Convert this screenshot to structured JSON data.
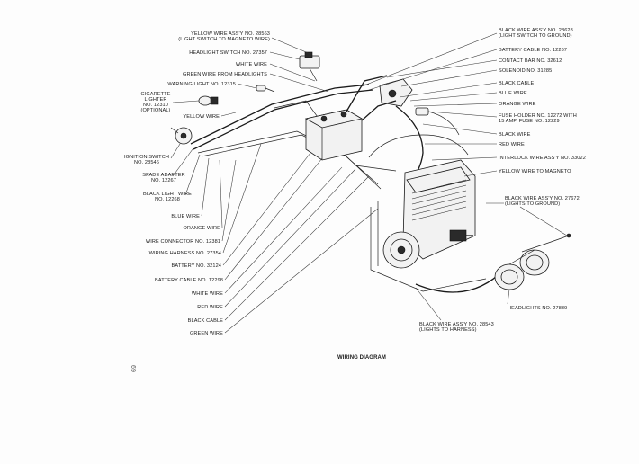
{
  "caption": "WIRING DIAGRAM",
  "page_number": "69",
  "left_labels": [
    {
      "id": "yellow-wire-assy",
      "lines": [
        "YELLOW WIRE ASS'Y NO. 28563",
        "(LIGHT SWITCH TO MAGNETO WIRE)"
      ]
    },
    {
      "id": "headlight-switch",
      "lines": [
        "HEADLIGHT SWITCH NO. 27357"
      ]
    },
    {
      "id": "white-wire-top",
      "lines": [
        "WHITE WIRE"
      ]
    },
    {
      "id": "green-wire-headlights",
      "lines": [
        "GREEN WIRE FROM HEADLIGHTS"
      ]
    },
    {
      "id": "warning-light",
      "lines": [
        "WARNING LIGHT NO. 12315"
      ]
    },
    {
      "id": "cigarette-lighter",
      "lines": [
        "CIGARETTE",
        "LIGHTER",
        "NO. 12310",
        "(OPTIONAL)"
      ]
    },
    {
      "id": "yellow-wire-left",
      "lines": [
        "YELLOW WIRE"
      ]
    },
    {
      "id": "ignition-switch",
      "lines": [
        "IGNITION SWITCH",
        "NO. 28546"
      ]
    },
    {
      "id": "spade-adapter",
      "lines": [
        "SPADE ADAPTER",
        "NO. 12267"
      ]
    },
    {
      "id": "black-light-wire",
      "lines": [
        "BLACK LIGHT WIRE",
        "NO. 12268"
      ]
    },
    {
      "id": "blue-wire-left",
      "lines": [
        "BLUE WIRE"
      ]
    },
    {
      "id": "orange-wire-left",
      "lines": [
        "ORANGE WIRE"
      ]
    },
    {
      "id": "wire-connector",
      "lines": [
        "WIRE CONNECTOR NO. 12381"
      ]
    },
    {
      "id": "wiring-harness",
      "lines": [
        "WIRING HARNESS NO. 27354"
      ]
    },
    {
      "id": "battery",
      "lines": [
        "BATTERY NO. 32124"
      ]
    },
    {
      "id": "battery-cable-left",
      "lines": [
        "BATTERY CABLE NO. 12298"
      ]
    },
    {
      "id": "white-wire-bottom",
      "lines": [
        "WHITE WIRE"
      ]
    },
    {
      "id": "red-wire-left",
      "lines": [
        "RED WIRE"
      ]
    },
    {
      "id": "black-cable-left",
      "lines": [
        "BLACK CABLE"
      ]
    },
    {
      "id": "green-wire-left",
      "lines": [
        "GREEN WIRE"
      ]
    }
  ],
  "right_labels": [
    {
      "id": "black-wire-assy-top",
      "lines": [
        "BLACK WIRE ASS'Y NO. 28628",
        "(LIGHT SWITCH TO GROUND)"
      ]
    },
    {
      "id": "battery-cable-right",
      "lines": [
        "BATTERY CABLE NO. 12267"
      ]
    },
    {
      "id": "contact-bar",
      "lines": [
        "CONTACT BAR NO. 32612"
      ]
    },
    {
      "id": "solenoid",
      "lines": [
        "SOLENOID NO. 31285"
      ]
    },
    {
      "id": "black-cable-right",
      "lines": [
        "BLACK CABLE"
      ]
    },
    {
      "id": "blue-wire-right",
      "lines": [
        "BLUE WIRE"
      ]
    },
    {
      "id": "orange-wire-right",
      "lines": [
        "ORANGE WIRE"
      ]
    },
    {
      "id": "fuse-holder",
      "lines": [
        "FUSE HOLDER NO. 12272 WITH",
        "15 AMP. FUSE NO. 12229"
      ]
    },
    {
      "id": "black-wire-right",
      "lines": [
        "BLACK WIRE"
      ]
    },
    {
      "id": "red-wire-right",
      "lines": [
        "RED WIRE"
      ]
    },
    {
      "id": "interlock-wire",
      "lines": [
        "INTERLOCK WIRE ASS'Y NO. 33022"
      ]
    },
    {
      "id": "yellow-wire-magneto",
      "lines": [
        "YELLOW WIRE TO MAGNETO"
      ]
    }
  ],
  "lower_labels": [
    {
      "id": "black-wire-assy-lights-ground",
      "lines": [
        "BLACK WIRE ASS'Y NO. 27672",
        "(LIGHTS TO GROUND)"
      ]
    },
    {
      "id": "headlights",
      "lines": [
        "HEADLIGHTS NO. 27839"
      ]
    },
    {
      "id": "black-wire-assy-harness",
      "lines": [
        "BLACK WIRE ASS'Y NO. 28543",
        "(LIGHTS TO HARNESS)"
      ]
    }
  ]
}
